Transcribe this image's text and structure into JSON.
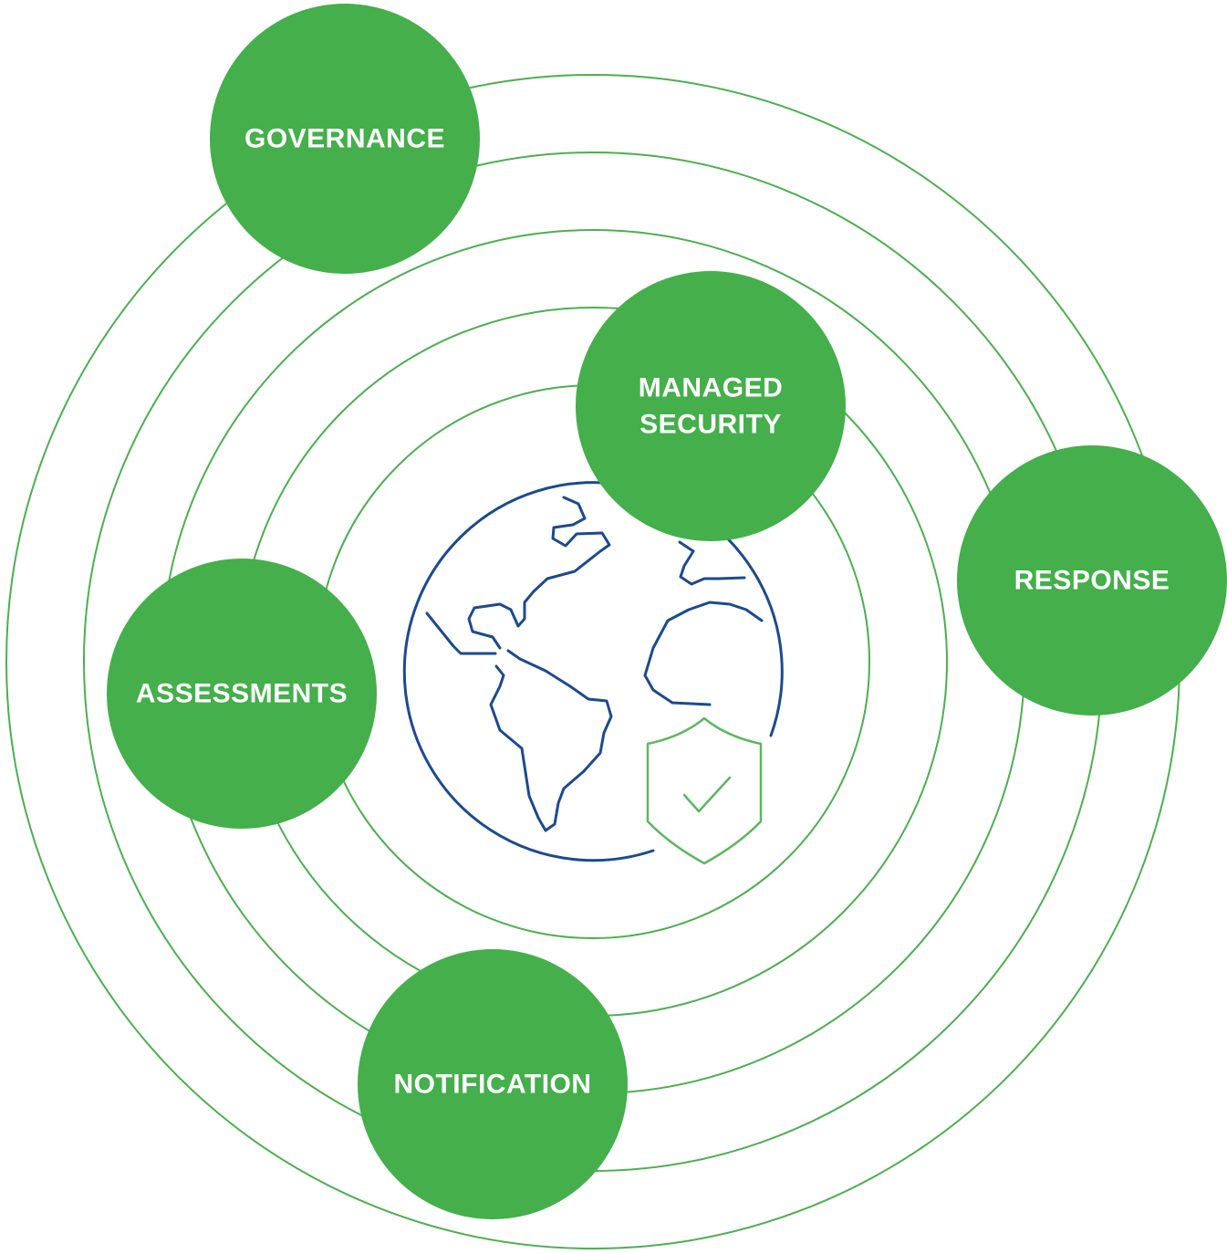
{
  "diagram": {
    "nodes": [
      {
        "id": "governance",
        "lines": [
          "GOVERNANCE"
        ]
      },
      {
        "id": "managed-security",
        "lines": [
          "MANAGED",
          "SECURITY"
        ]
      },
      {
        "id": "response",
        "lines": [
          "RESPONSE"
        ]
      },
      {
        "id": "assessments",
        "lines": [
          "ASSESSMENTS"
        ]
      },
      {
        "id": "notification",
        "lines": [
          "NOTIFICATION"
        ]
      }
    ],
    "center_icon": "globe-with-shield-check-icon",
    "colors": {
      "node_fill": "#44af4b",
      "ring_stroke": "#4caf50",
      "globe_stroke": "#1c4a8e",
      "label_text": "#ffffff"
    }
  }
}
